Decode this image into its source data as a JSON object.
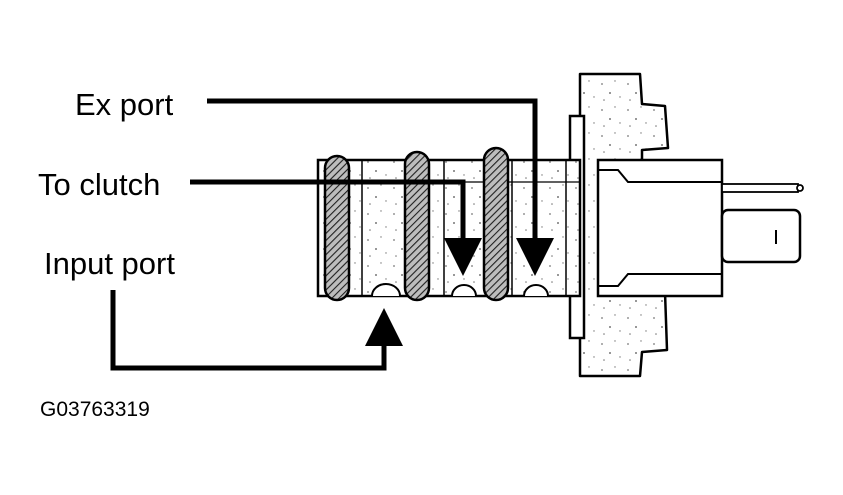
{
  "labels": {
    "ex_port": "Ex port",
    "to_clutch": "To clutch",
    "input_port": "Input port"
  },
  "figure_id": "G03763319",
  "colors": {
    "ink": "#000000",
    "paper": "#ffffff",
    "stipple": "#777777"
  }
}
